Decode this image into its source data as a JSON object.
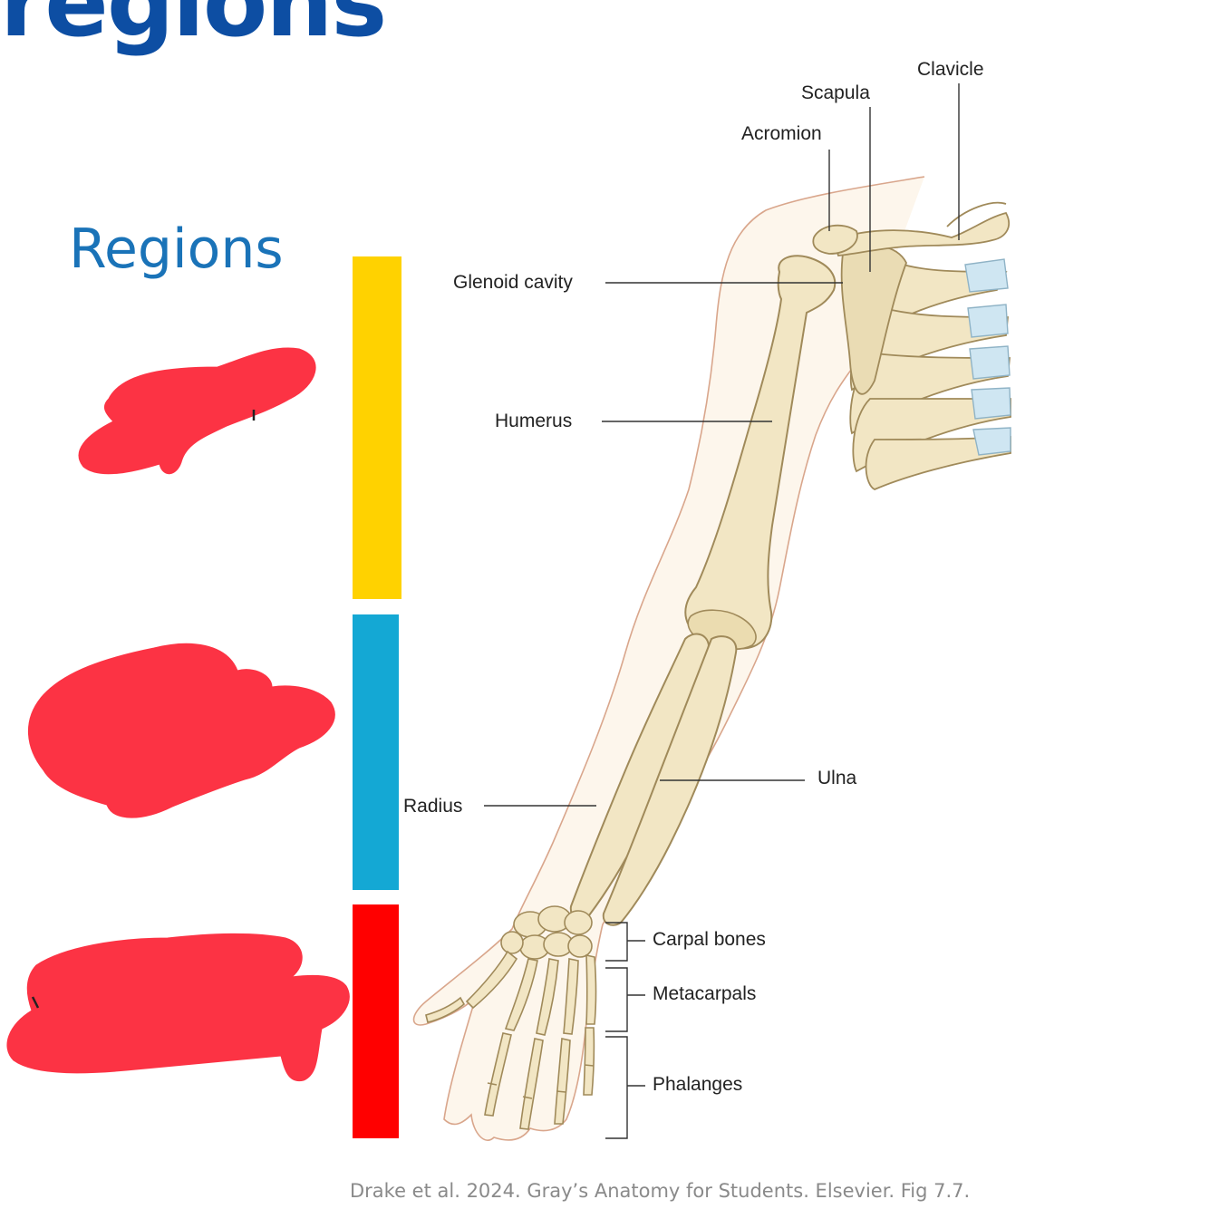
{
  "slide": {
    "heading": "regions",
    "subheading": "Regions",
    "citation": "Drake et al. 2024. Gray’s Anatomy for Students. Elsevier. Fig 7.7."
  },
  "colors": {
    "heading": "#0d4ea3",
    "subheading": "#1a73b8",
    "bar_upper": "#ffd200",
    "bar_middle": "#14a8d4",
    "bar_lower": "#ff0000",
    "redaction": "#fc3344",
    "bone_fill": "#f2e6c4",
    "bone_stroke": "#a08a5a",
    "skin_outline": "#d9a68c",
    "cartilage": "#cfe6f2"
  },
  "diagram": {
    "labels": {
      "clavicle": "Clavicle",
      "scapula": "Scapula",
      "acromion": "Acromion",
      "glenoid_cavity": "Glenoid cavity",
      "humerus": "Humerus",
      "ulna": "Ulna",
      "radius": "Radius",
      "carpal_bones": "Carpal bones",
      "metacarpals": "Metacarpals",
      "phalanges": "Phalanges"
    }
  }
}
